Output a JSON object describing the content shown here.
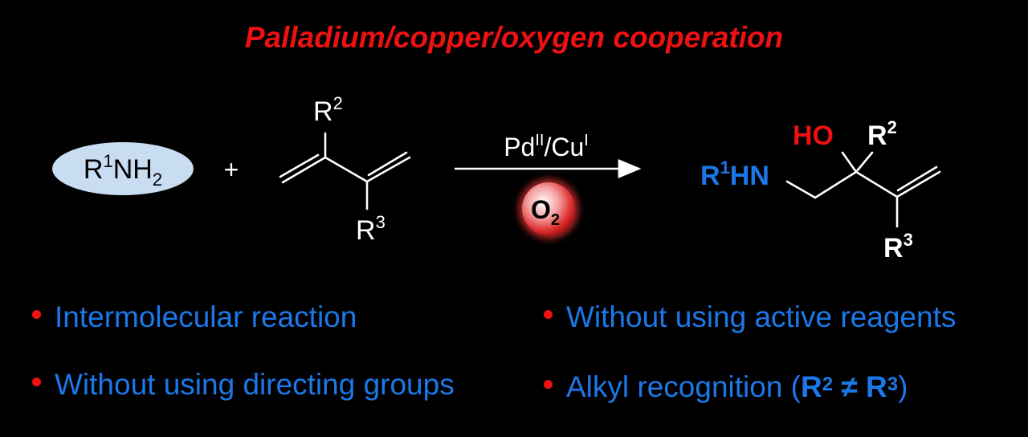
{
  "colors": {
    "red": "#ee1111",
    "blue": "#1c78e8",
    "oval": "#c8dcf2",
    "white": "#ffffff"
  },
  "title": "Palladium/copper/oxygen cooperation",
  "reactant_amine": {
    "main": "R",
    "sup": "1",
    "mid": "NH",
    "sub": "2"
  },
  "plus": "+",
  "diene": {
    "r_top": "R",
    "r_top_sup": "2",
    "r_bot": "R",
    "r_bot_sup": "3"
  },
  "catalyst": {
    "pd": "Pd",
    "pd_sup": "II",
    "sep": "/Cu",
    "cu_sup": "I"
  },
  "oxidant": {
    "main": "O",
    "sub": "2"
  },
  "product": {
    "amine_r": "R",
    "amine_sup": "1",
    "amine_rest": "HN",
    "ho": "HO",
    "r_top": "R",
    "r_top_sup": "2",
    "r_bot": "R",
    "r_bot_sup": "3"
  },
  "bullets": [
    {
      "text": "Intermolecular reaction"
    },
    {
      "text": "Without using directing groups"
    },
    {
      "text": "Without using active reagents"
    },
    {
      "prefix": "Alkyl recognition (",
      "r2": "R",
      "r2_sup": "2",
      "neq": " ≠ ",
      "r3": "R",
      "r3_sup": "3",
      "suffix": ")"
    }
  ]
}
